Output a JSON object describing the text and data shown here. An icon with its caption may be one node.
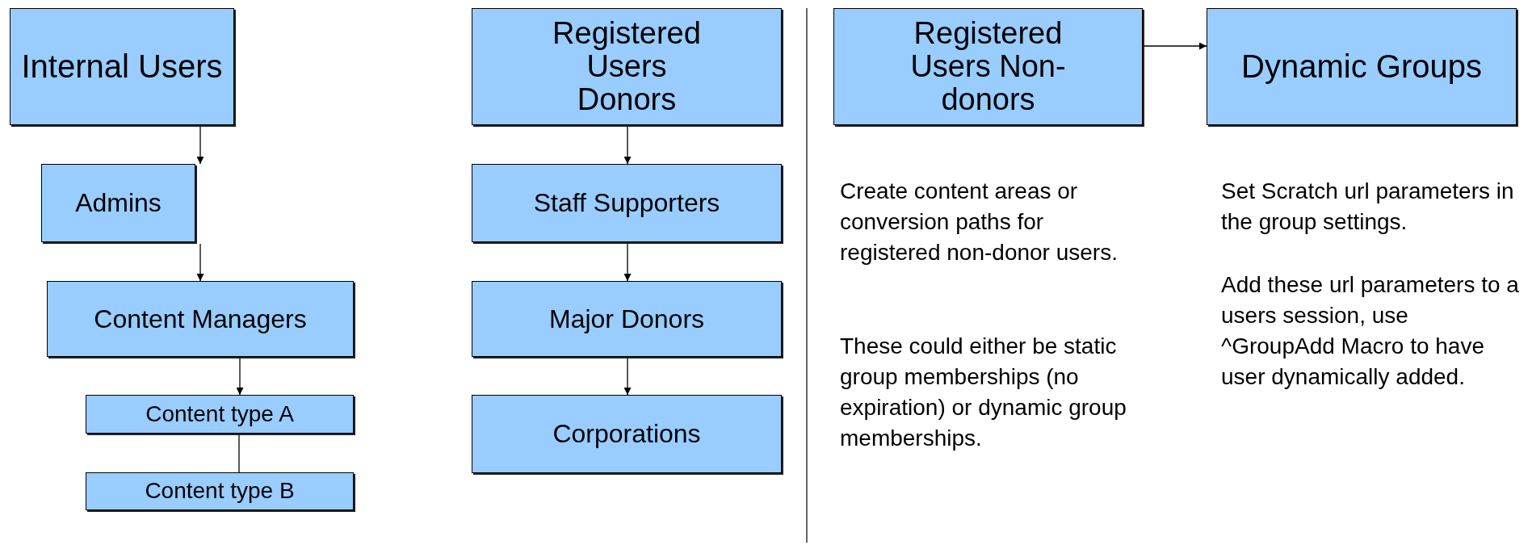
{
  "diagram": {
    "nodes": [
      {
        "text": [
          "Internal Users"
        ]
      },
      {
        "text": [
          "Admins"
        ]
      },
      {
        "text": [
          "Content Managers"
        ]
      },
      {
        "text": [
          "Content type A"
        ]
      },
      {
        "text": [
          "Content type B"
        ]
      },
      {
        "text": [
          "Registered Users Donors"
        ]
      },
      {
        "text": [
          "Staff Supporters"
        ]
      },
      {
        "text": [
          "Major Donors"
        ]
      },
      {
        "text": [
          "Corporations"
        ]
      },
      {
        "text": [
          "Registered Users Non-donors"
        ]
      },
      {
        "text": [
          "Dynamic Groups"
        ]
      }
    ],
    "edges": [
      {
        "from": 0,
        "to": 1,
        "arrow": "to"
      },
      {
        "from": 1,
        "to": 2,
        "arrow": "to"
      },
      {
        "from": 2,
        "to": 3,
        "arrow": "to"
      },
      {
        "from": 3,
        "to": 4,
        "arrow": "none"
      },
      {
        "from": 5,
        "to": 6,
        "arrow": "to"
      },
      {
        "from": 6,
        "to": 7,
        "arrow": "to"
      },
      {
        "from": 7,
        "to": 8,
        "arrow": "to"
      },
      {
        "from": 9,
        "to": 10,
        "arrow": "to"
      }
    ],
    "labels": [
      "Create content areas or conversion paths for registered non-donor users.",
      "These could either be static group memberships (no expiration) or dynamic group memberships.",
      "Set Scratch url parameters in the group settings.",
      "Add these url parameters to a users session, use ^GroupAdd Macro to have user dynamically added."
    ]
  }
}
